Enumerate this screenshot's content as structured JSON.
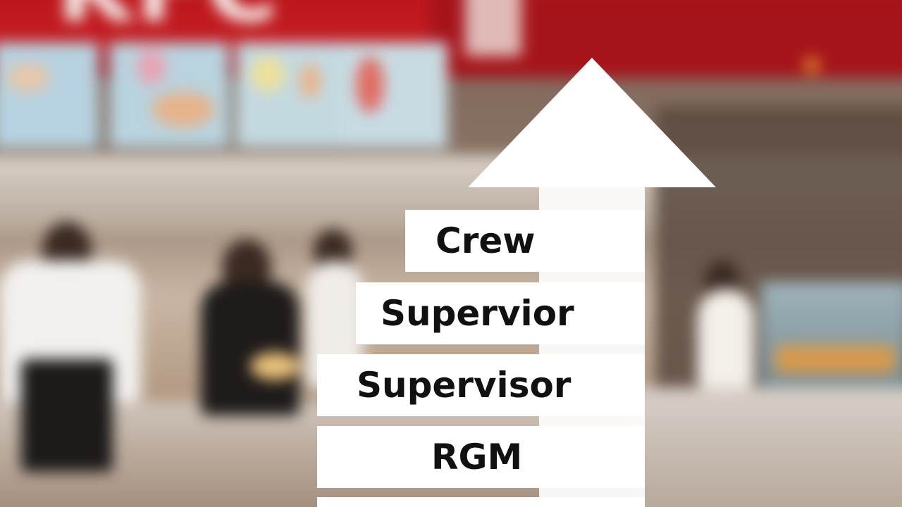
{
  "background": {
    "sign_text": "KFC",
    "colors": {
      "banner_red": "#c31d22",
      "screen_blue": "#b9d3df"
    }
  },
  "career_ladder": {
    "arrow_color": "#ffffff",
    "steps": [
      {
        "label": "Crew"
      },
      {
        "label": "Supervior"
      },
      {
        "label": "Supervisor"
      },
      {
        "label": "RGM"
      },
      {
        "label": ""
      }
    ]
  }
}
